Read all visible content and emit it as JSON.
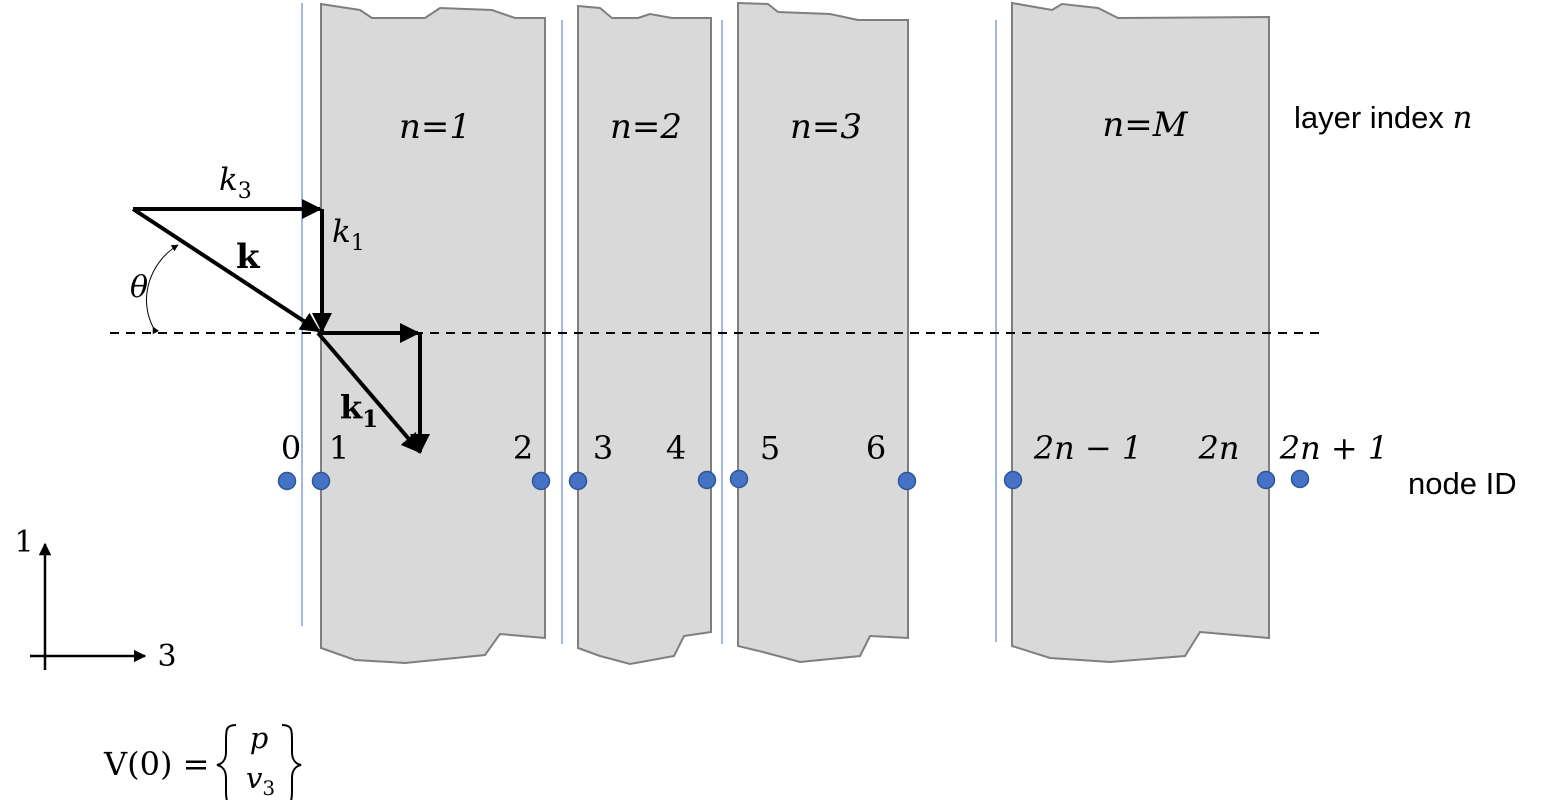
{
  "layers": [
    {
      "label": "n=1"
    },
    {
      "label": "n=2"
    },
    {
      "label": "n=3"
    },
    {
      "label": "n=M"
    }
  ],
  "layer_index_label": {
    "text": "layer index ",
    "var": "n"
  },
  "node_id_label": "node ID",
  "node_labels": [
    "0",
    "1",
    "2",
    "3",
    "4",
    "5",
    "6",
    "2n − 1",
    "2n",
    "2n + 1"
  ],
  "vectors": {
    "k3": {
      "base": "k",
      "sub": "3"
    },
    "k1_comp": {
      "base": "k",
      "sub": "1"
    },
    "k": "k",
    "k1_vec": {
      "base": "k",
      "sub": "1"
    },
    "theta": "θ"
  },
  "axes": {
    "vertical": "1",
    "horizontal": "3"
  },
  "equation": {
    "lhs": "V(0) = ",
    "top": "p",
    "bottom_base": "v",
    "bottom_sub": "3"
  },
  "colors": {
    "layer_fill": "#d9d9d9",
    "layer_edge": "#7f7f7f",
    "node": "#4472c4",
    "interface": "#4472c4"
  }
}
